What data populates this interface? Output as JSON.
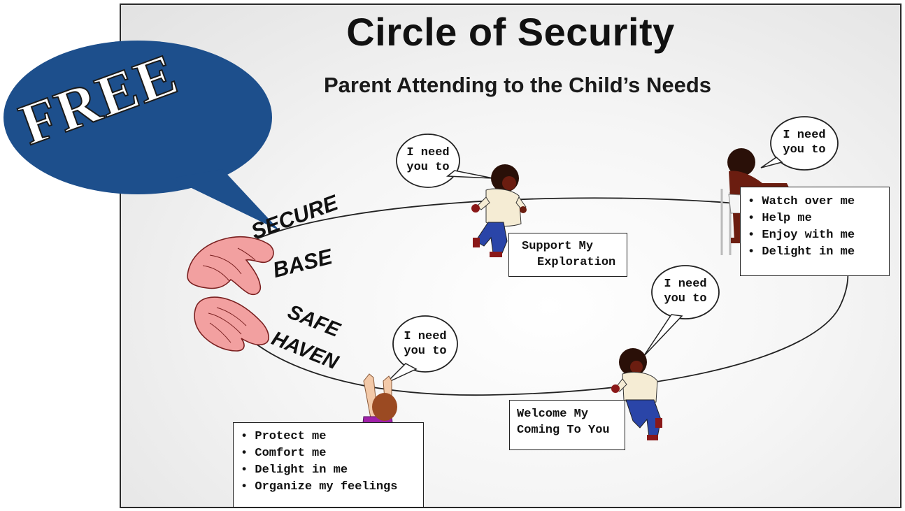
{
  "title": "Circle of Security",
  "subtitle": "Parent Attending to the Child’s Needs",
  "badge": {
    "text": "FREE",
    "color": "#1d4f8c"
  },
  "hands": {
    "top_label": [
      "SECURE",
      "BASE"
    ],
    "bottom_label": [
      "SAFE",
      "HAVEN"
    ],
    "skin_color": "#f2a0a0"
  },
  "speech_bubbles": [
    {
      "id": "top",
      "text": "I need\nyou to"
    },
    {
      "id": "top-right",
      "text": "I need\nyou to"
    },
    {
      "id": "right",
      "text": "I need\nyou to"
    },
    {
      "id": "bottom",
      "text": "I need\nyou to"
    }
  ],
  "boxes": {
    "support": {
      "lines": [
        "Support My",
        "Exploration"
      ]
    },
    "welcome": {
      "lines": [
        "Welcome My",
        "Coming To You"
      ]
    },
    "top_needs": {
      "items": [
        "Watch over me",
        "Help me",
        "Enjoy with me",
        "Delight in me"
      ]
    },
    "bottom_needs": {
      "items": [
        "Protect me",
        "Comfort me",
        "Delight in me",
        "Organize my feelings"
      ]
    }
  },
  "figure_colors": {
    "shirt": "#f5ecd4",
    "pants": "#2a45a8",
    "skin_dark": "#6b1d10",
    "shoes": "#8a1818",
    "toddler_shirt": "#a020a8"
  }
}
